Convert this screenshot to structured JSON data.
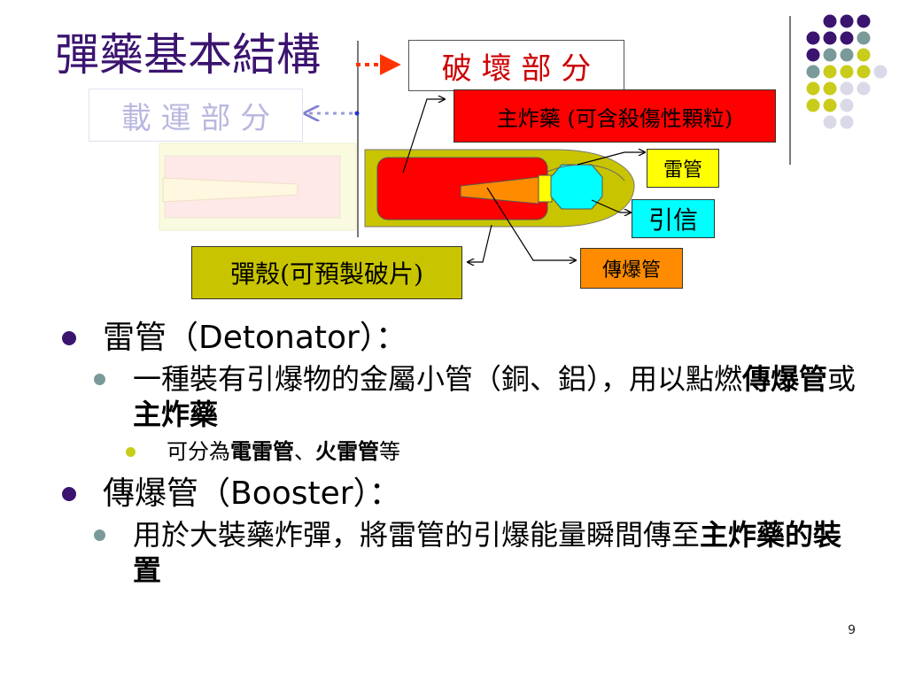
{
  "title": "彈藥基本結構",
  "diagram": {
    "destroy_part": "破 壞 部 分",
    "carry_part": "載 運 部 分",
    "main_charge": "主炸藥 (可含殺傷性顆粒)",
    "detonator": "雷管",
    "fuze": "引信",
    "booster": "傳爆管",
    "casing": "彈殼(可預製破片)"
  },
  "bullets": [
    {
      "heading": "雷管（Detonator）：",
      "sub": {
        "text_plain": "一種裝有引爆物的金屬小管（銅、鋁），用以點燃",
        "bold1": "傳爆管",
        "mid": "或",
        "bold2": "主炸藥"
      },
      "subsub": {
        "pre": "可分為",
        "bold1": "電雷管",
        "sep": "、",
        "bold2": "火雷管",
        "post": "等"
      }
    },
    {
      "heading": "傳爆管（Booster）：",
      "sub": {
        "text_plain": "用於大裝藥炸彈，將雷管的引爆能量瞬間傳至",
        "bold1": "主炸藥的裝置"
      }
    }
  ],
  "page_number": "9",
  "colors": {
    "title": "#3b1470",
    "main_charge": "#ff0000",
    "casing": "#c9c400",
    "detonator": "#ffff00",
    "fuze": "#00ffff",
    "booster": "#ff8c00",
    "dot_purple": "#3b1470",
    "dot_teal": "#7a9a99",
    "dot_yellow": "#c9cc1a",
    "dot_lavender": "#d9d9e8"
  }
}
